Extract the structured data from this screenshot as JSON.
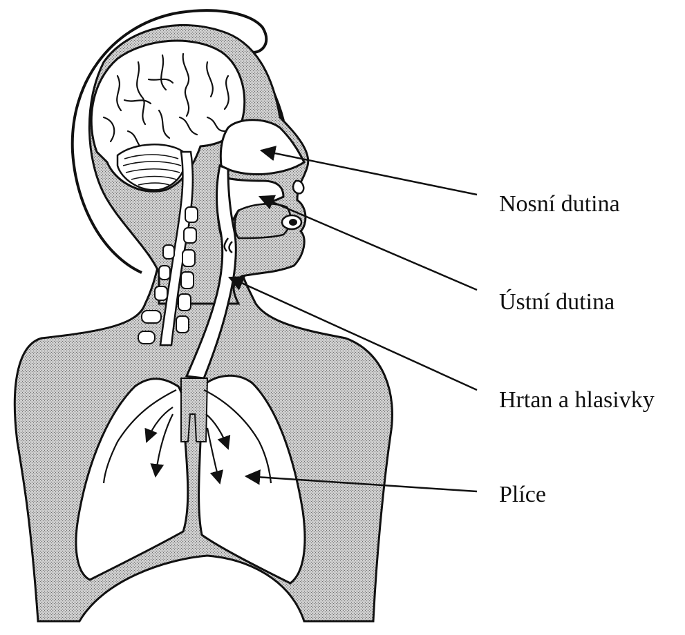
{
  "labels": {
    "nasal_cavity": "Nosní dutina",
    "oral_cavity": "Ústní dutina",
    "larynx": "Hrtan a hlasivky",
    "lungs": "Plíce"
  },
  "colors": {
    "ink": "#111111",
    "stipple": "#9a9a9a",
    "background": "#ffffff"
  }
}
